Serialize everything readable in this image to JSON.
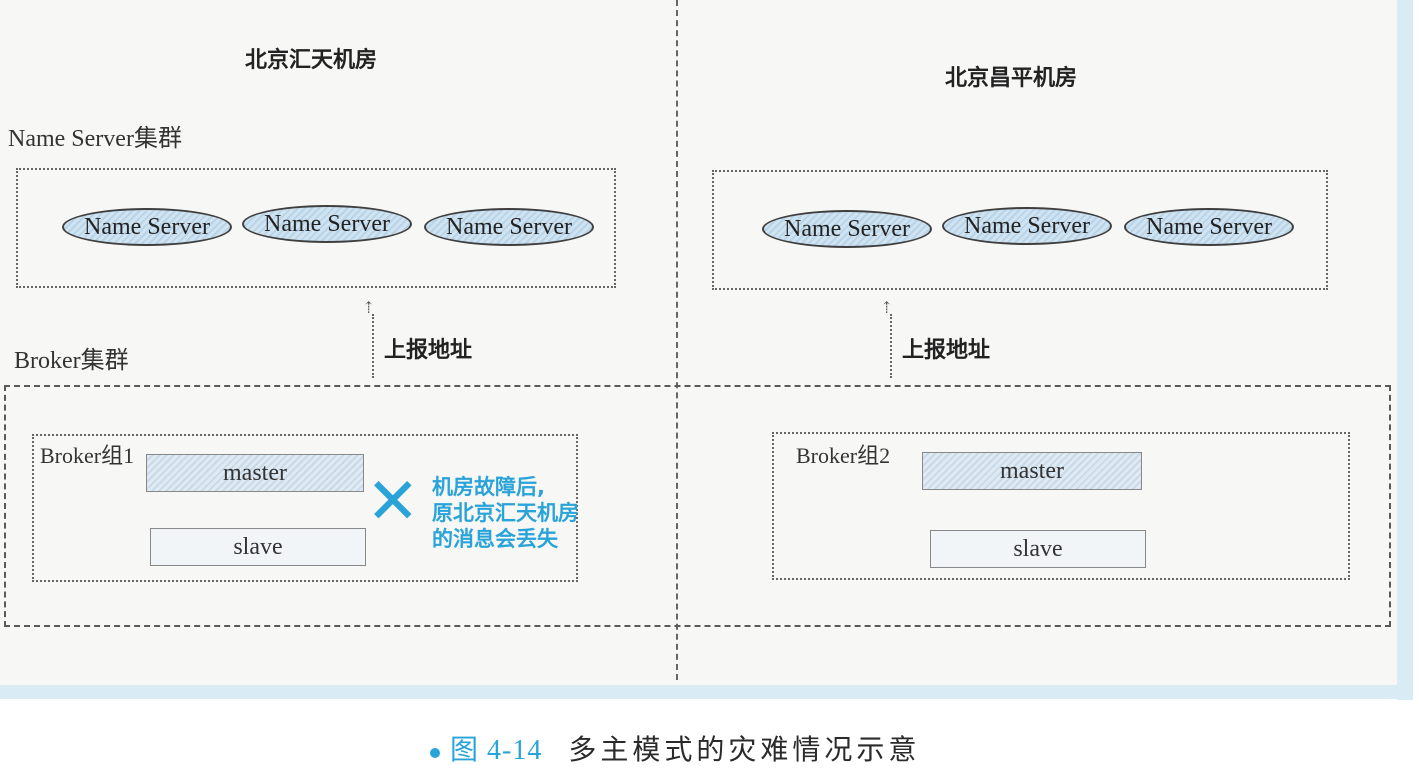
{
  "left_room": {
    "title": "北京汇天机房",
    "ns_cluster_label": "Name Server集群",
    "name_servers": [
      "Name Server",
      "Name Server",
      "Name Server"
    ],
    "report_label": "上报地址",
    "broker_group": {
      "label": "Broker组1",
      "master": "master",
      "slave": "slave"
    },
    "failure_note": [
      "机房故障后,",
      "原北京汇天机房",
      "的消息会丢失"
    ]
  },
  "right_room": {
    "title": "北京昌平机房",
    "name_servers": [
      "Name Server",
      "Name Server",
      "Name Server"
    ],
    "report_label": "上报地址",
    "broker_group": {
      "label": "Broker组2",
      "master": "master",
      "slave": "slave"
    }
  },
  "broker_cluster_label": "Broker集群",
  "caption": {
    "figure_number": "图 4-14",
    "text": "多主模式的灾难情况示意"
  },
  "colors": {
    "accent": "#2aa4d8",
    "ns_fill": "#cfe3f1"
  }
}
